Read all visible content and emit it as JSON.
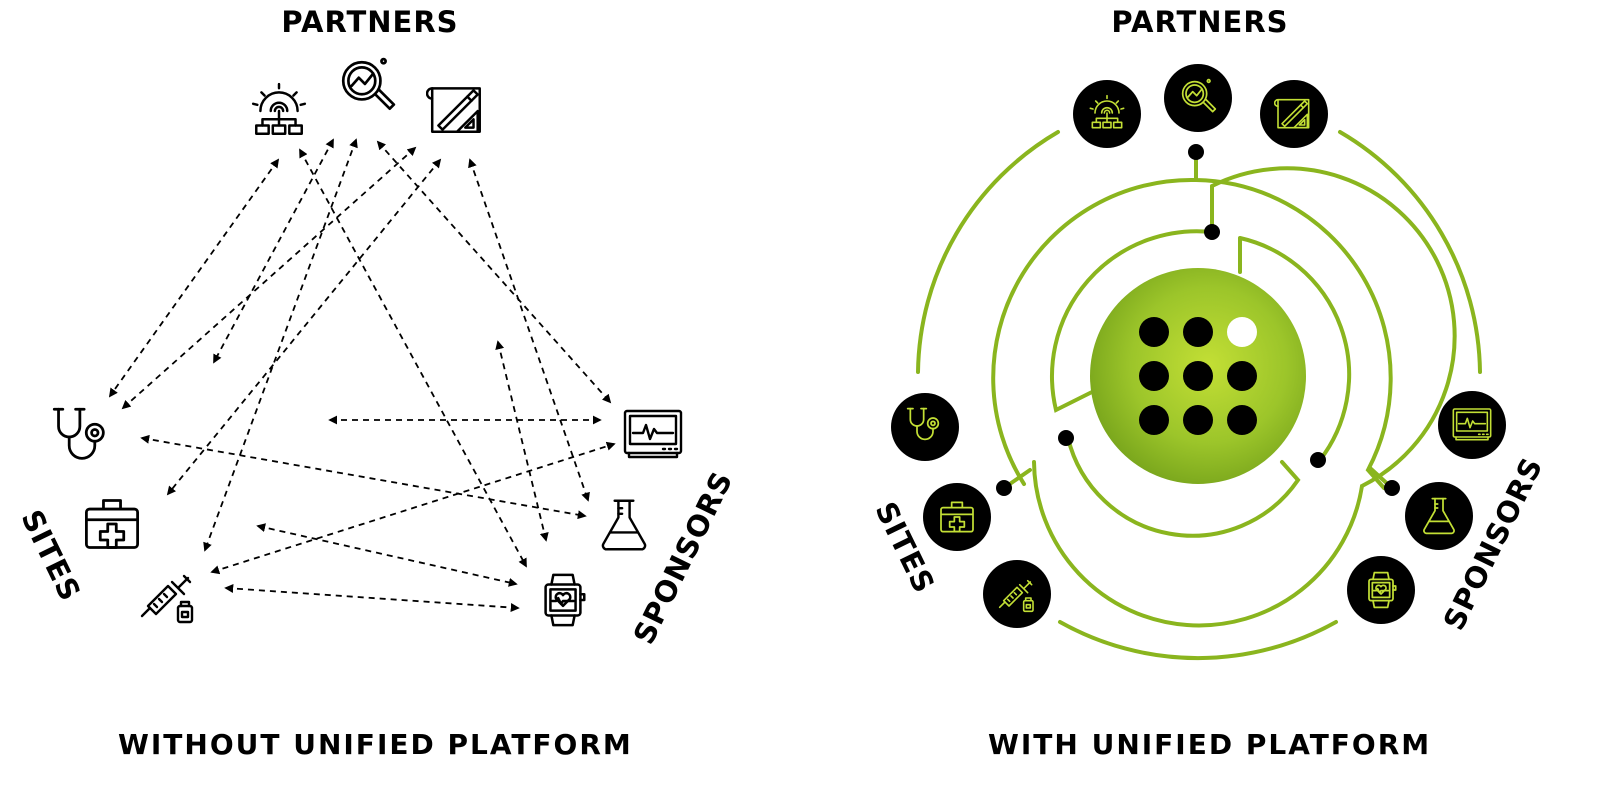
{
  "left_panel": {
    "top_label": "PARTNERS",
    "left_label": "SITES",
    "right_label": "SPONSORS",
    "caption": "WITHOUT UNIFIED PLATFORM"
  },
  "right_panel": {
    "top_label": "PARTNERS",
    "left_label": "SITES",
    "right_label": "SPONSORS",
    "caption": "WITH UNIFIED PLATFORM"
  },
  "groups": {
    "partners": [
      "network-gear-icon",
      "analytics-magnifier-icon",
      "blueprint-design-icon"
    ],
    "sites": [
      "stethoscope-icon",
      "medical-kit-icon",
      "syringe-vial-icon"
    ],
    "sponsors": [
      "patient-monitor-icon",
      "lab-flask-icon",
      "smartwatch-heart-icon"
    ]
  },
  "colors": {
    "accent": "#8ab51e",
    "accent_light": "#c3df35",
    "ink": "#000000",
    "background": "#ffffff"
  }
}
